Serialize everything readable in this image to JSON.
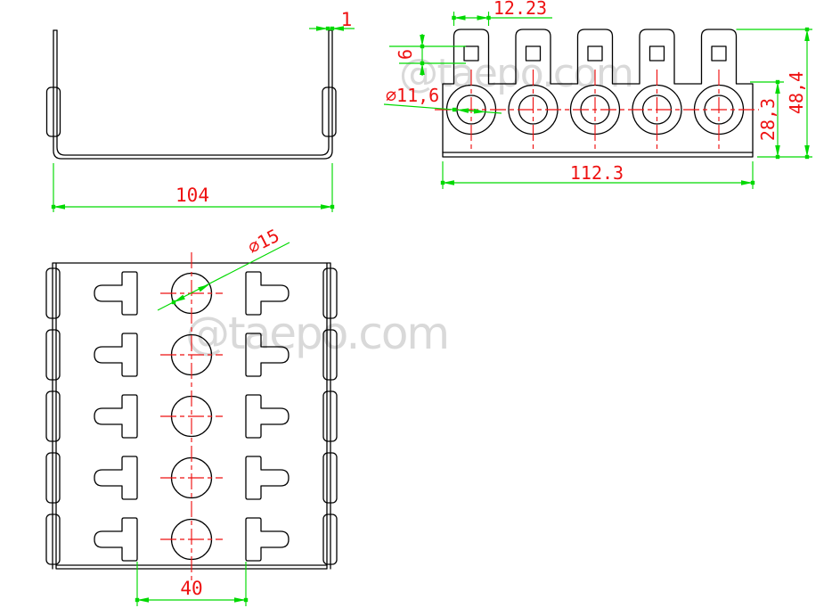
{
  "page": {
    "background": "#ffffff"
  },
  "watermark": {
    "text": "@taepo.com"
  },
  "colors": {
    "outline": "#000000",
    "dimension_line": "#00d900",
    "dimension_text": "#ee1111",
    "centerline": "#ee1111",
    "watermark": "#d9d9d9"
  },
  "views": {
    "channel_section": {
      "title": "front-section-view",
      "dims": {
        "overall_width": "104",
        "wall_thickness": "1"
      }
    },
    "side_view": {
      "title": "side-view",
      "dims": {
        "tab_width": "12.23",
        "tab_hole_height": "6",
        "hole_diameter": "∅11,6",
        "body_height": "28,3",
        "overall_height": "48,4",
        "overall_width": "112.3"
      }
    },
    "top_view": {
      "title": "top-view",
      "dims": {
        "hole_diameter": "∅15",
        "slot_spacing": "40"
      }
    }
  }
}
